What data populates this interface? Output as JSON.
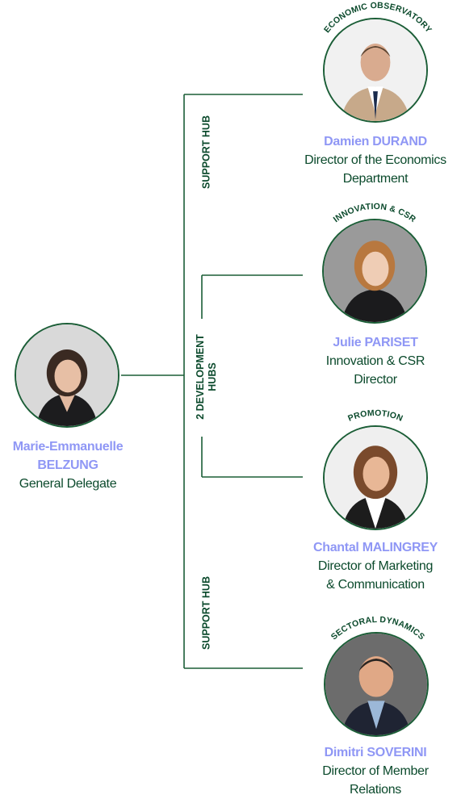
{
  "chart_data": {
    "type": "org-chart",
    "root": {
      "name_line1": "Marie-Emmanuelle",
      "name_line2": "BELZUNG",
      "role": "General Delegate"
    },
    "hubs": [
      {
        "label": "SUPPORT HUB"
      },
      {
        "label_line1": "2 DEVELOPMENT",
        "label_line2": "HUBS"
      },
      {
        "label": "SUPPORT HUB"
      }
    ],
    "members": [
      {
        "department": "ECONOMIC OBSERVATORY",
        "name": "Damien DURAND",
        "role_line1": "Director of the Economics",
        "role_line2": "Department"
      },
      {
        "department": "INNOVATION & CSR",
        "name": "Julie PARISET",
        "role_line1": "Innovation & CSR",
        "role_line2": "Director"
      },
      {
        "department": "PROMOTION",
        "name": "Chantal MALINGREY",
        "role_line1": "Director of Marketing",
        "role_line2": "& Communication"
      },
      {
        "department": "SECTORAL DYNAMICS",
        "name": "Dimitri SOVERINI",
        "role_line1": "Director of Member",
        "role_line2": "Relations"
      }
    ]
  },
  "colors": {
    "line": "#1b5e37",
    "name": "#8f97f5",
    "text": "#0b4a2c"
  }
}
